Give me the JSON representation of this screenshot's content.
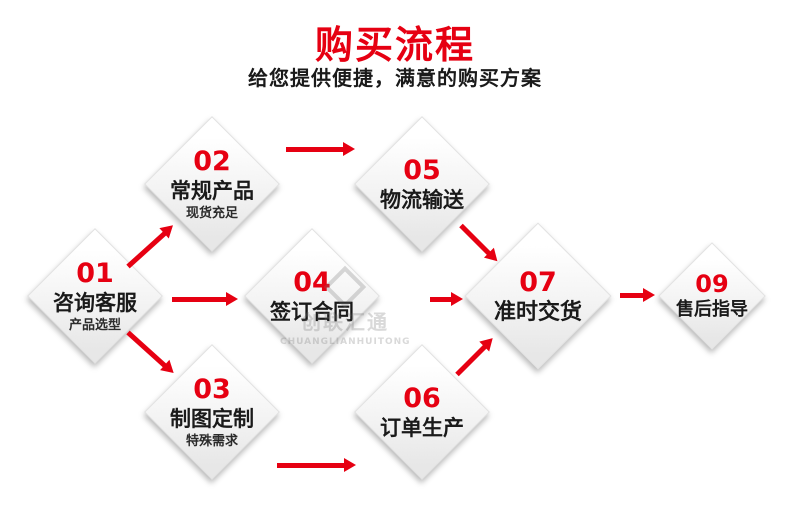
{
  "header": {
    "title": "购买流程",
    "subtitle": "给您提供便捷，满意的购买方案"
  },
  "watermark": {
    "name": "创联汇通",
    "latin": "CHUANGLIANHUITONG"
  },
  "nodes": [
    {
      "num": "01",
      "label": "咨询客服",
      "sub": "产品选型"
    },
    {
      "num": "02",
      "label": "常规产品",
      "sub": "现货充足"
    },
    {
      "num": "03",
      "label": "制图定制",
      "sub": "特殊需求"
    },
    {
      "num": "04",
      "label": "签订合同",
      "sub": ""
    },
    {
      "num": "05",
      "label": "物流输送",
      "sub": ""
    },
    {
      "num": "06",
      "label": "订单生产",
      "sub": ""
    },
    {
      "num": "07",
      "label": "准时交货",
      "sub": ""
    },
    {
      "num": "09",
      "label": "售后指导",
      "sub": ""
    }
  ],
  "colors": {
    "accent": "#e60012",
    "text": "#1a1a1a"
  }
}
